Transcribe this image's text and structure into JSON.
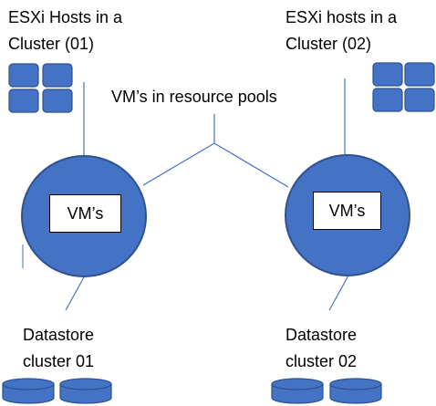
{
  "colors": {
    "node_fill": "#4472C4",
    "node_stroke": "#2F528F",
    "line": "#4472C4"
  },
  "labels": {
    "esxi_cluster_01": [
      "ESXi Hosts in a",
      "Cluster (01)"
    ],
    "esxi_cluster_02": [
      "ESXi hosts in a",
      "Cluster (02)"
    ],
    "resource_pools": "VM’s in resource pools",
    "vm_left": "VM’s",
    "vm_right": "VM’s",
    "datastore_01": [
      "Datastore",
      "cluster 01"
    ],
    "datastore_02": [
      "Datastore",
      "cluster 02"
    ]
  },
  "icons": {
    "host_grid": "server-grid-icon",
    "datastore": "disk-cylinder-icon"
  }
}
